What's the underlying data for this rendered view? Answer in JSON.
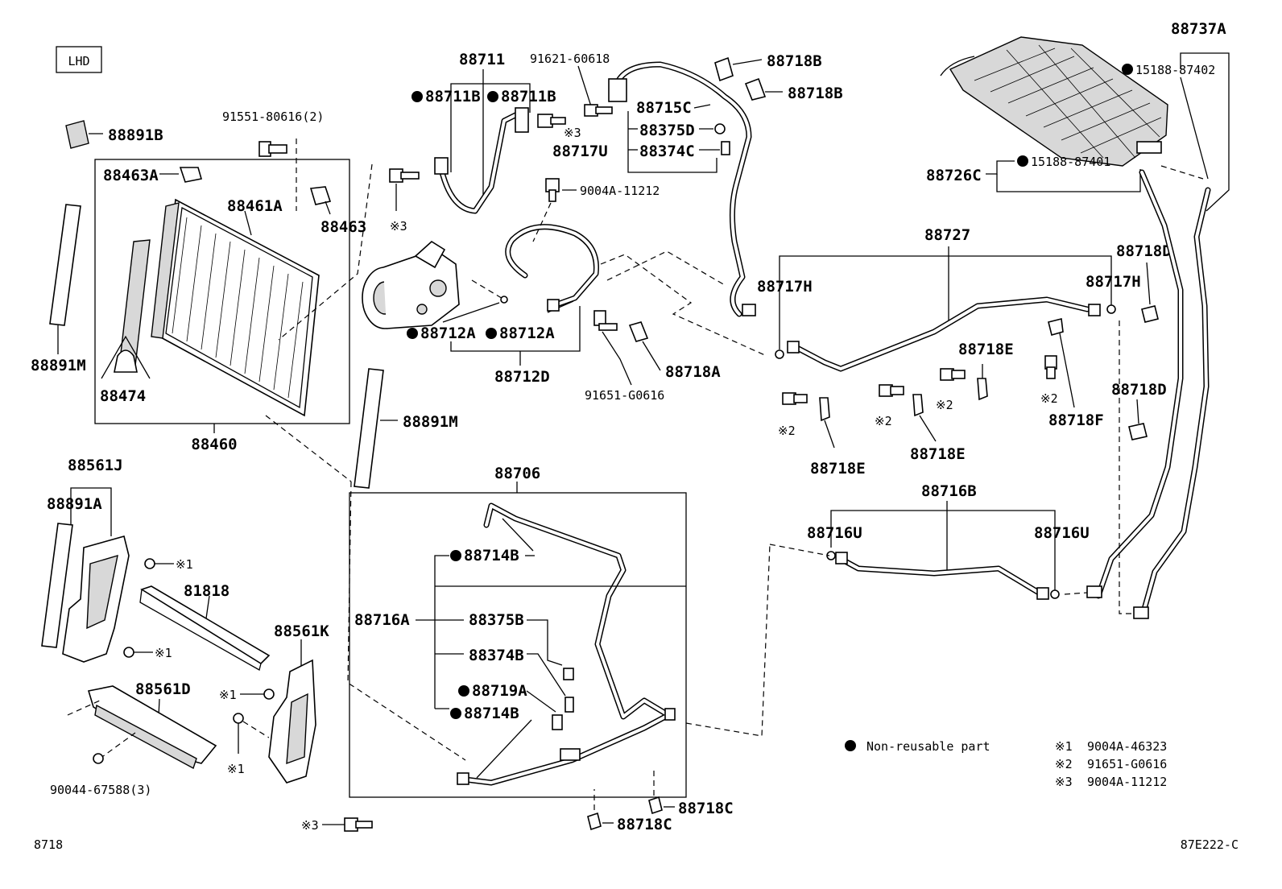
{
  "corner": {
    "variant": "LHD",
    "page_code": "8718",
    "diagram_code": "87E222-C"
  },
  "legend": {
    "non_reusable": "Non-reusable part",
    "notes": [
      {
        "mark": "※1",
        "part": "9004A-46323"
      },
      {
        "mark": "※2",
        "part": "91651-G0616"
      },
      {
        "mark": "※3",
        "part": "9004A-11212"
      }
    ]
  },
  "labels": {
    "l88891B": "88891B",
    "l91551": "91551-80616(2)",
    "l88463A": "88463A",
    "l88461A": "88461A",
    "l88463": "88463",
    "l88474": "88474",
    "l88891M_left": "88891M",
    "l88460": "88460",
    "l88711": "88711",
    "l88711B_a": "88711B",
    "l88711B_b": "88711B",
    "l91621": "91621-60618",
    "l88718B_a": "88718B",
    "l88718B_b": "88718B",
    "l88715C": "88715C",
    "l88375D": "88375D",
    "l88717U": "88717U",
    "l88374C": "88374C",
    "l9004A": "9004A-11212",
    "l88712A_a": "88712A",
    "l88712A_b": "88712A",
    "l88712D": "88712D",
    "l91651": "91651-G0616",
    "l88718A": "88718A",
    "l88891M_mid": "88891M",
    "l88717H_a": "88717H",
    "l88727": "88727",
    "l88717H_b": "88717H",
    "l88718D_a": "88718D",
    "l88737A": "88737A",
    "l15188_a": "15188-87402",
    "l88726C": "88726C",
    "l15188_b": "15188-87401",
    "l88718E_a": "88718E",
    "l88718E_b": "88718E",
    "l88718E_c": "88718E",
    "l88718F": "88718F",
    "l88718D_b": "88718D",
    "l88716B": "88716B",
    "l88716U_a": "88716U",
    "l88716U_b": "88716U",
    "l88561J": "88561J",
    "l88891A": "88891A",
    "l81818": "81818",
    "l88561K": "88561K",
    "l88561D": "88561D",
    "l90044": "90044-67588(3)",
    "l88706": "88706",
    "l88714B_a": "88714B",
    "l88716A": "88716A",
    "l88375B": "88375B",
    "l88374B": "88374B",
    "l88719A": "88719A",
    "l88714B_b": "88714B",
    "l88718C_a": "88718C",
    "l88718C_b": "88718C",
    "m1_a": "※1",
    "m1_b": "※1",
    "m1_c": "※1",
    "m1_d": "※1",
    "m2_a": "※2",
    "m2_b": "※2",
    "m2_c": "※2",
    "m2_d": "※2",
    "m3_a": "※3",
    "m3_b": "※3",
    "m3_c": "※3"
  }
}
